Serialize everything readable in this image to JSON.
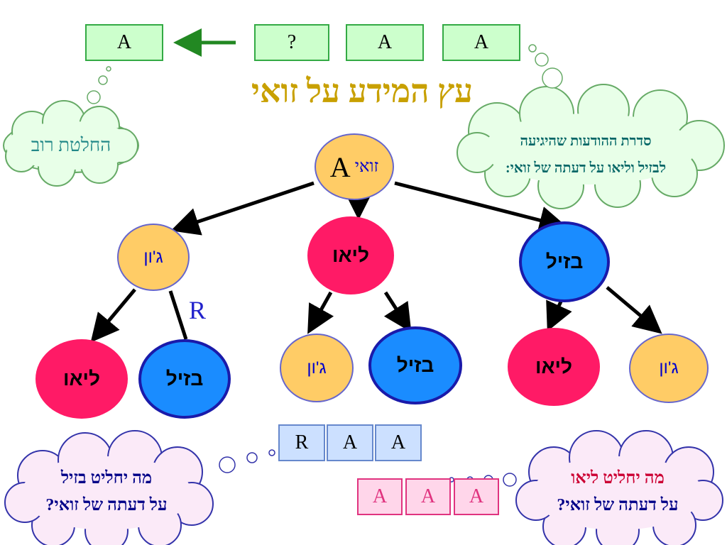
{
  "top_boxes": {
    "result": "A",
    "q": "?",
    "a1": "A",
    "a2": "A"
  },
  "title": "עץ המידע על זואי",
  "cloud_majority": "החלטת רוב",
  "cloud_top_right": {
    "line1": "סדרת ההודעות שהיגיעה",
    "line2": "לבזיל וליאו על דעתה של זואי:"
  },
  "root": {
    "name": "זואי",
    "value": "A"
  },
  "level1": {
    "left": "ג'ון",
    "middle": "ליאו",
    "right": "בזיל"
  },
  "r_label": "R",
  "level2": {
    "l1": "ליאו",
    "l2": "בזיל",
    "m1": "ג'ון",
    "m2": "בזיל",
    "r1": "ליאו",
    "r2": "ג'ון"
  },
  "mid_boxes": [
    "R",
    "A",
    "A"
  ],
  "pink_boxes": [
    "A",
    "A",
    "A"
  ],
  "cloud_basil": {
    "line1": "מה יחליט בזיל",
    "line2": "על דעתה של זואי?"
  },
  "cloud_leo": {
    "line1": "מה יחליט ליאו",
    "line2": "על דעתה של זואי?"
  },
  "colors": {
    "title": "#c8a000",
    "arrow_green": "#228822",
    "cloud_green_fill": "#e8ffe8",
    "cloud_pink_fill": "#fbeaf8"
  }
}
